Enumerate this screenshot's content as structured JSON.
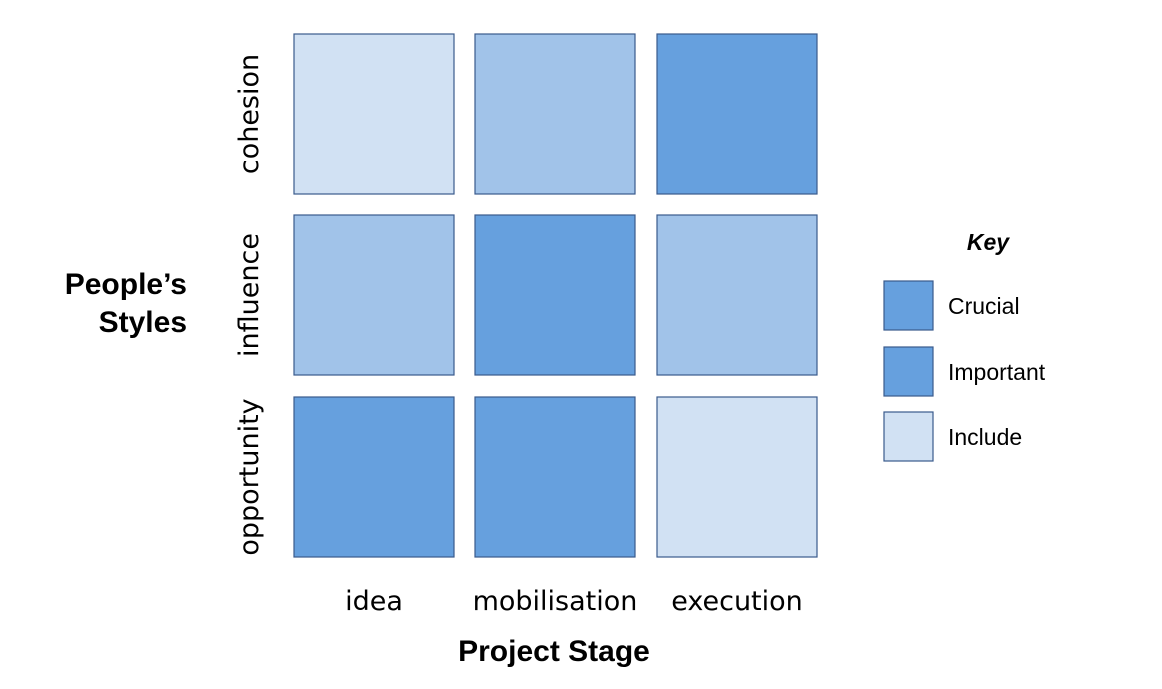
{
  "chart_data": {
    "type": "heatmap",
    "xlabel": "Project Stage",
    "ylabel": "People’s Styles",
    "x_categories": [
      "idea",
      "mobilisation",
      "execution"
    ],
    "y_categories": [
      "cohesion",
      "influence",
      "opportunity"
    ],
    "values": [
      [
        "Include",
        "Important",
        "Crucial"
      ],
      [
        "Important",
        "Crucial",
        "Important"
      ],
      [
        "Crucial",
        "Crucial",
        "Include"
      ]
    ],
    "legend": {
      "title": "Key",
      "placement": "right",
      "items": [
        {
          "label": "Crucial",
          "color": "#66a0de"
        },
        {
          "label": "Important",
          "color": "#66a0de"
        },
        {
          "label": "Include",
          "color": "#d1e1f3"
        }
      ]
    },
    "colors": {
      "Crucial": "#66a0de",
      "Important": "#a1c3e9",
      "Include": "#d1e1f3"
    }
  }
}
